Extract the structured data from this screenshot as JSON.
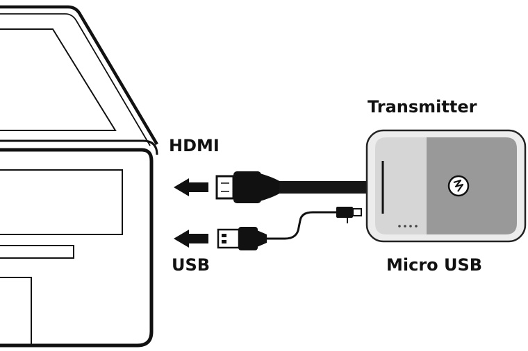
{
  "labels": {
    "transmitter": "Transmitter",
    "hdmi": "HDMI",
    "usb": "USB",
    "micro_usb": "Micro USB"
  },
  "icons": {
    "transmitter_logo": "zigzag-logo-icon",
    "hdmi_direction": "arrow-left-icon",
    "usb_direction": "arrow-left-icon"
  },
  "colors": {
    "line": "#111111",
    "cable": "#161616",
    "device_left_panel": "#d6d6d6",
    "device_right_panel": "#999999",
    "background": "#ffffff"
  }
}
